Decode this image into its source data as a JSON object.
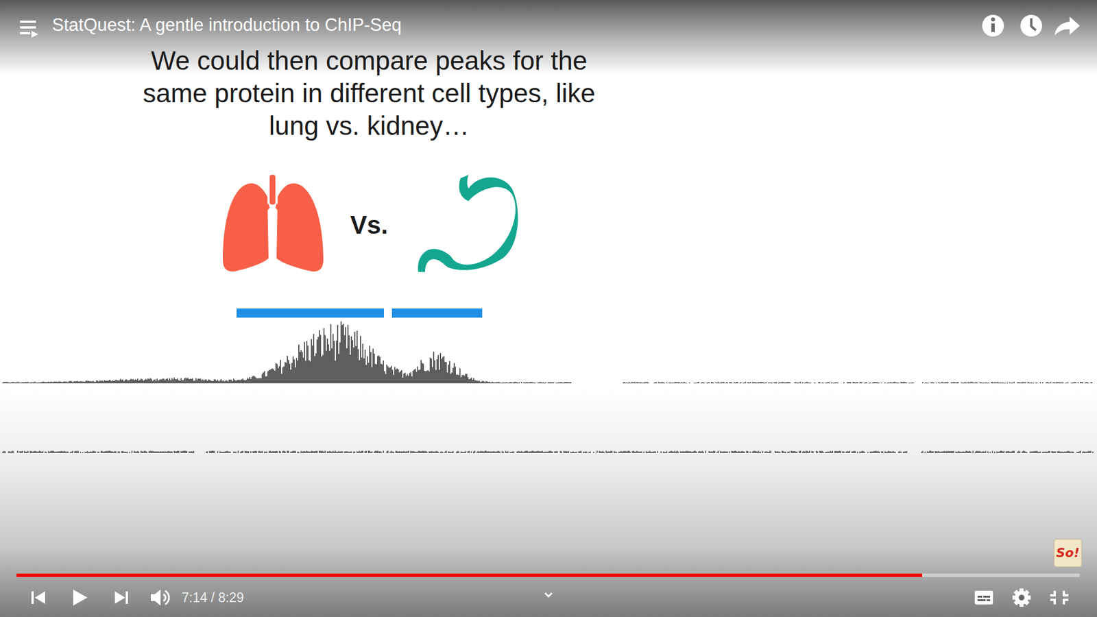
{
  "diagram": {
    "title": "StatQuest: A gentle introduction to ChIP-Seq",
    "labels": [
      "We could then compare peaks for the same protein in different cell types, like lung vs. kidney…",
      "Vs.",
      "7:14 / 8:29",
      "So!"
    ]
  }
}
